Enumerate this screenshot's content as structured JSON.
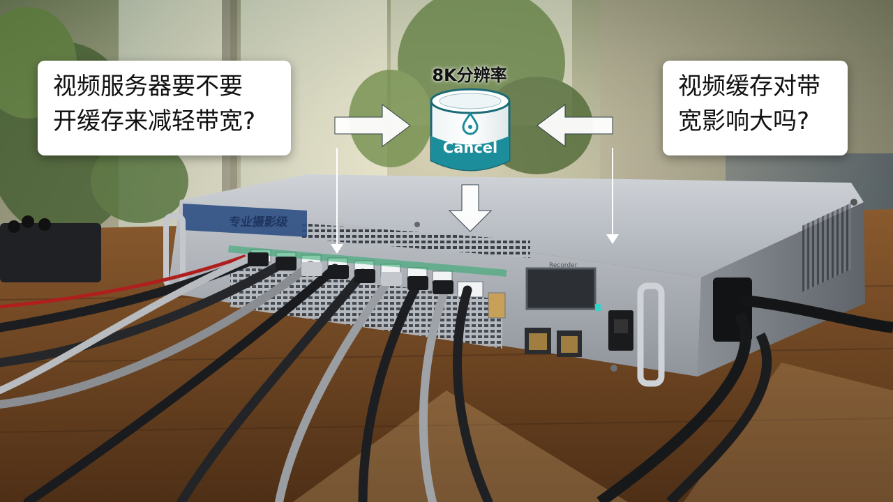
{
  "callouts": {
    "left": {
      "line1": "视频服务器要不要",
      "line2": "开缓存来减轻带宽?"
    },
    "right": {
      "line1": "视频缓存对带",
      "line2": "宽影响大吗?"
    }
  },
  "cache_icon": {
    "label": "8K分辨率",
    "button": "Cancel",
    "icon": "water-drop-icon"
  },
  "server": {
    "brand": "专业摄影级",
    "panel_label": "Recorder"
  },
  "colors": {
    "accent": "#1c8d9a",
    "callout_bg": "#ffffff",
    "arrow": "#ffffff"
  }
}
